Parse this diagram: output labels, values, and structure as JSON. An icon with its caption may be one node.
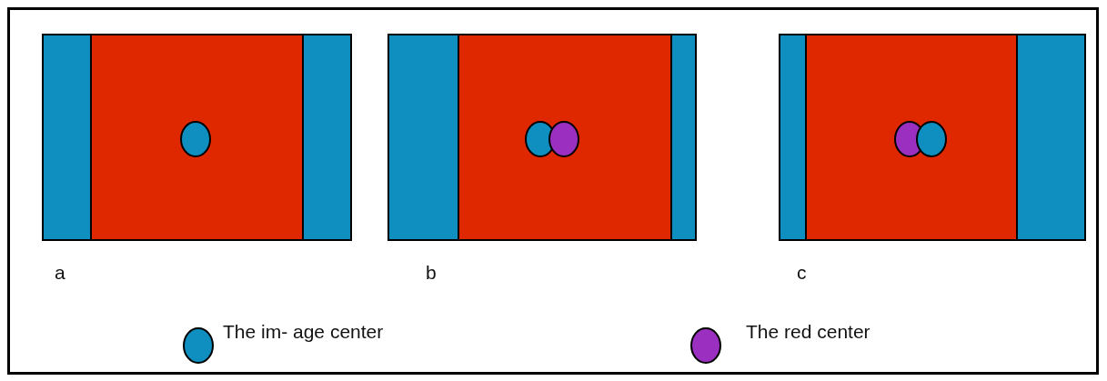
{
  "diagram": {
    "labels": [
      "a",
      "b",
      "c"
    ],
    "legend": [
      {
        "text": "The im- age center",
        "color": "#0e8fbf"
      },
      {
        "text": "The red center",
        "color": "#9b30c0"
      }
    ]
  }
}
